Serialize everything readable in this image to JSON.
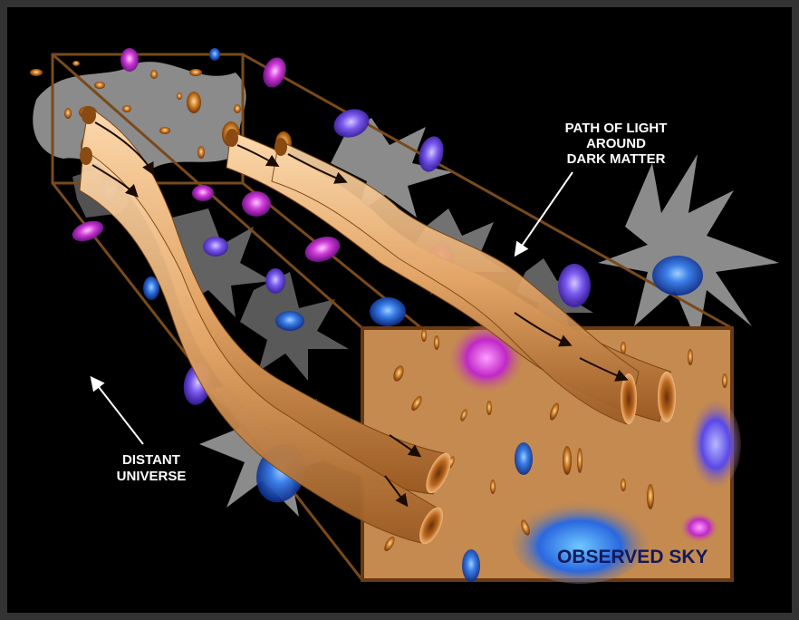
{
  "labels": {
    "path_of_light": [
      "PATH OF LIGHT",
      "AROUND",
      "DARK MATTER"
    ],
    "distant_universe": [
      "DISTANT",
      "UNIVERSE"
    ],
    "observed_sky": "OBSERVED SKY"
  },
  "colors": {
    "frame": "#333333",
    "space": "#000000",
    "panel": "#c48a50",
    "light_path": "#e7ad74",
    "dark_matter": "#9a9a9a",
    "box_edge": "#7a4a1c",
    "galaxy_blue": "#3b6fe0",
    "galaxy_magenta": "#c020c8",
    "label_text": "#ffffff",
    "observed_text": "#141a5a"
  }
}
